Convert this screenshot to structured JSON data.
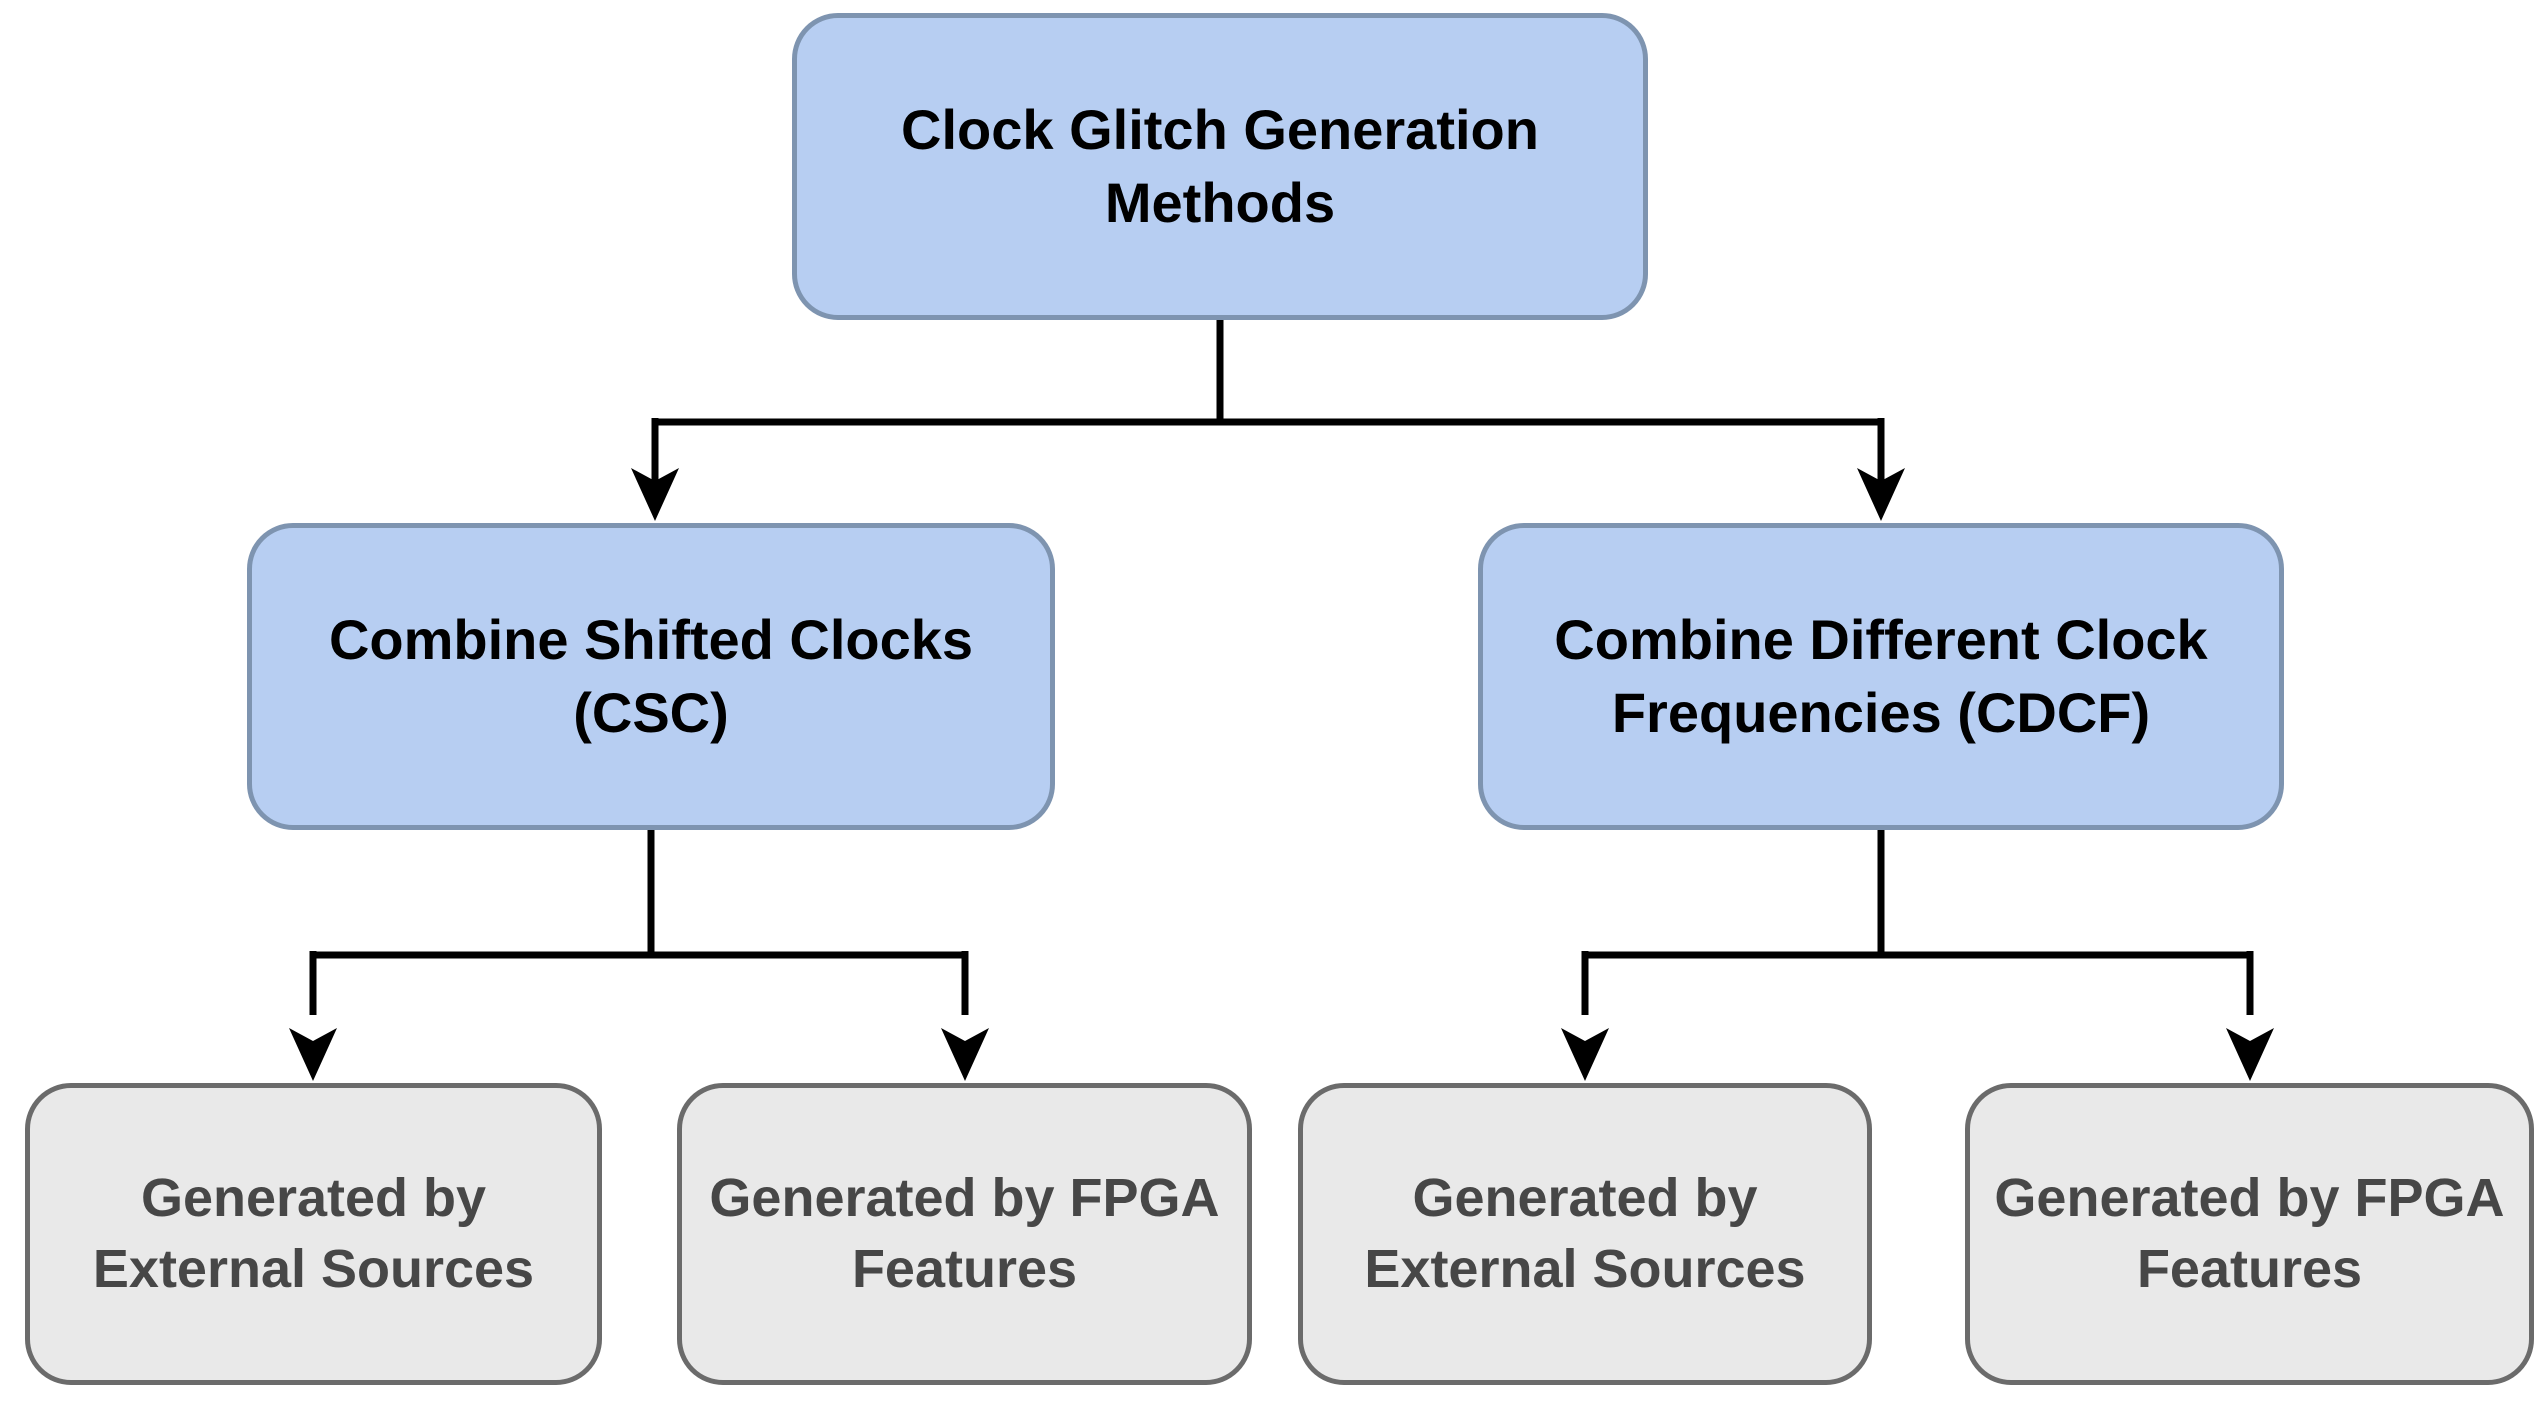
{
  "diagram": {
    "type": "tree",
    "root": {
      "id": "root",
      "label": "Clock Glitch Generation Methods"
    },
    "branches": [
      {
        "id": "csc",
        "label": "Combine Shifted Clocks (CSC)",
        "children": [
          {
            "label": "Generated by External Sources"
          },
          {
            "label": "Generated by FPGA Features"
          }
        ]
      },
      {
        "id": "cdcf",
        "label": "Combine Different Clock Frequencies (CDCF)",
        "children": [
          {
            "label": "Generated by External Sources"
          },
          {
            "label": "Generated by FPGA Features"
          }
        ]
      }
    ],
    "colors": {
      "method_fill": "#b7cef2",
      "method_border": "#7e94b0",
      "method_text": "#000000",
      "leaf_fill": "#e9e9e9",
      "leaf_border": "#6b6b6b",
      "leaf_text": "#474747",
      "connector": "#000000"
    }
  }
}
